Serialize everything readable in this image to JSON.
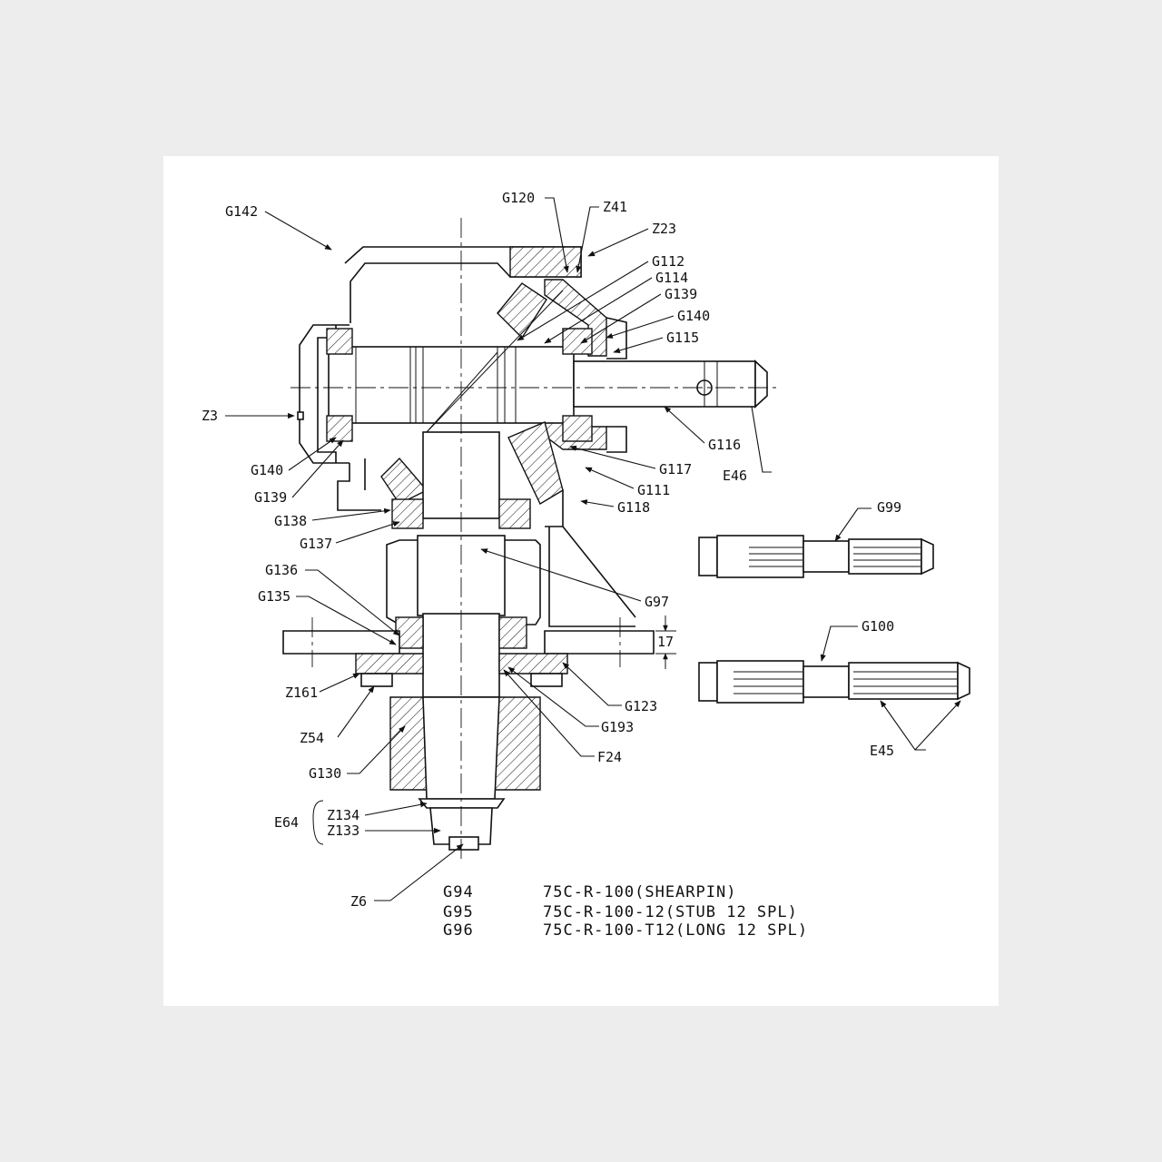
{
  "callouts": [
    {
      "id": "G142",
      "text": "G142"
    },
    {
      "id": "G120",
      "text": "G120"
    },
    {
      "id": "Z41",
      "text": "Z41"
    },
    {
      "id": "Z23",
      "text": "Z23"
    },
    {
      "id": "G112",
      "text": "G112"
    },
    {
      "id": "G114",
      "text": "G114"
    },
    {
      "id": "G139a",
      "text": "G139"
    },
    {
      "id": "G140a",
      "text": "G140"
    },
    {
      "id": "G115",
      "text": "G115"
    },
    {
      "id": "Z3",
      "text": "Z3"
    },
    {
      "id": "G116",
      "text": "G116"
    },
    {
      "id": "E46",
      "text": "E46"
    },
    {
      "id": "G140b",
      "text": "G140"
    },
    {
      "id": "G117",
      "text": "G117"
    },
    {
      "id": "G139b",
      "text": "G139"
    },
    {
      "id": "G111",
      "text": "G111"
    },
    {
      "id": "G138",
      "text": "G138"
    },
    {
      "id": "G118",
      "text": "G118"
    },
    {
      "id": "G137",
      "text": "G137"
    },
    {
      "id": "G99",
      "text": "G99"
    },
    {
      "id": "G136",
      "text": "G136"
    },
    {
      "id": "G97",
      "text": "G97"
    },
    {
      "id": "G135",
      "text": "G135"
    },
    {
      "id": "G100",
      "text": "G100"
    },
    {
      "id": "dim17",
      "text": "17"
    },
    {
      "id": "Z161",
      "text": "Z161"
    },
    {
      "id": "G123",
      "text": "G123"
    },
    {
      "id": "Z54",
      "text": "Z54"
    },
    {
      "id": "G193",
      "text": "G193"
    },
    {
      "id": "E45",
      "text": "E45"
    },
    {
      "id": "F24",
      "text": "F24"
    },
    {
      "id": "G130",
      "text": "G130"
    },
    {
      "id": "E64",
      "text": "E64"
    },
    {
      "id": "Z134",
      "text": "Z134"
    },
    {
      "id": "Z133",
      "text": "Z133"
    },
    {
      "id": "Z6",
      "text": "Z6"
    }
  ],
  "models": [
    {
      "code": "G94",
      "desc": "75C-R-100(SHEARPIN)"
    },
    {
      "code": "G95",
      "desc": "75C-R-100-12(STUB 12 SPL)"
    },
    {
      "code": "G96",
      "desc": "75C-R-100-T12(LONG 12 SPL)"
    }
  ]
}
